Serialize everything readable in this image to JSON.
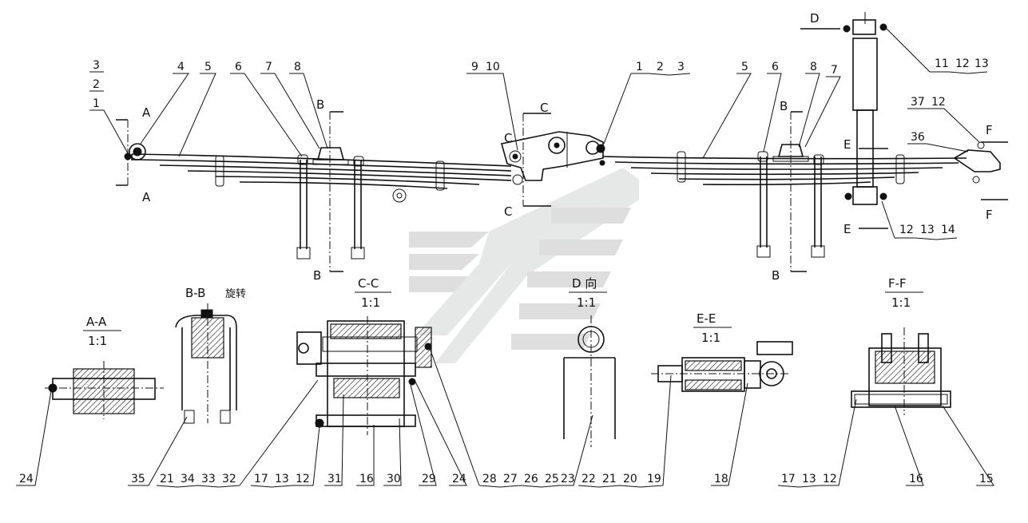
{
  "labels_top_left": [
    "3",
    "2",
    "1",
    "4",
    "5",
    "6",
    "7",
    "8"
  ],
  "labels_top_mid": [
    "9",
    "10",
    "1",
    "2",
    "3"
  ],
  "labels_top_right": [
    "5",
    "6",
    "8",
    "7"
  ],
  "labels_shock_top": [
    "11",
    "12",
    "13"
  ],
  "labels_right_bracket": [
    "37",
    "12",
    "36"
  ],
  "labels_shock_bottom": [
    "12",
    "13",
    "14"
  ],
  "section_marks": {
    "A": "A",
    "B": "B",
    "C": "C",
    "D": "D",
    "E": "E",
    "F": "F"
  },
  "sections": {
    "aa": {
      "title": "A-A",
      "scale": "1:1"
    },
    "bb": {
      "title": "B-B",
      "note": "旋转"
    },
    "cc": {
      "title": "C-C",
      "scale": "1:1"
    },
    "dd": {
      "title": "D 向",
      "scale": "1:1"
    },
    "ee": {
      "title": "E-E",
      "scale": "1:1"
    },
    "ff": {
      "title": "F-F",
      "scale": "1:1"
    }
  },
  "bottom_labels": {
    "aa": [
      "24"
    ],
    "bb": [
      "35",
      "21",
      "34",
      "33",
      "32"
    ],
    "cc": [
      "17",
      "13",
      "12",
      "31",
      "16",
      "30",
      "29",
      "24"
    ],
    "cc_right": [
      "28",
      "27",
      "26",
      "25"
    ],
    "dd": [
      "23",
      "22",
      "21",
      "20",
      "19"
    ],
    "ee": [
      "18"
    ],
    "ff": [
      "17",
      "13",
      "12",
      "16",
      "15"
    ]
  }
}
